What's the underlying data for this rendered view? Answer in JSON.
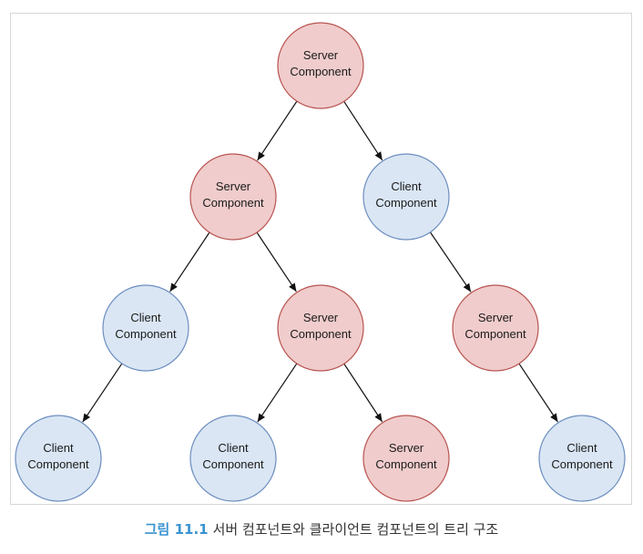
{
  "diagram": {
    "nodes": [
      {
        "id": "n1",
        "kind": "server",
        "line1": "Server",
        "line2": "Component"
      },
      {
        "id": "n2",
        "kind": "server",
        "line1": "Server",
        "line2": "Component"
      },
      {
        "id": "n3",
        "kind": "client",
        "line1": "Client",
        "line2": "Component"
      },
      {
        "id": "n4",
        "kind": "client",
        "line1": "Client",
        "line2": "Component"
      },
      {
        "id": "n5",
        "kind": "server",
        "line1": "Server",
        "line2": "Component"
      },
      {
        "id": "n6",
        "kind": "server",
        "line1": "Server",
        "line2": "Component"
      },
      {
        "id": "n7",
        "kind": "client",
        "line1": "Client",
        "line2": "Component"
      },
      {
        "id": "n8",
        "kind": "client",
        "line1": "Client",
        "line2": "Component"
      },
      {
        "id": "n9",
        "kind": "server",
        "line1": "Server",
        "line2": "Component"
      },
      {
        "id": "n10",
        "kind": "client",
        "line1": "Client",
        "line2": "Component"
      }
    ],
    "edges": [
      [
        "n1",
        "n2"
      ],
      [
        "n1",
        "n3"
      ],
      [
        "n2",
        "n4"
      ],
      [
        "n2",
        "n5"
      ],
      [
        "n3",
        "n6"
      ],
      [
        "n4",
        "n7"
      ],
      [
        "n5",
        "n8"
      ],
      [
        "n5",
        "n9"
      ],
      [
        "n6",
        "n10"
      ]
    ],
    "colors": {
      "server_fill": "#f0cccc",
      "server_stroke": "#b85450",
      "client_fill": "#dae6f4",
      "client_stroke": "#6c8ebf",
      "edge": "#111111"
    }
  },
  "caption": {
    "number": "그림 11.1",
    "text": "서버 컴포넌트와 클라이언트 컴포넌트의 트리 구조"
  }
}
